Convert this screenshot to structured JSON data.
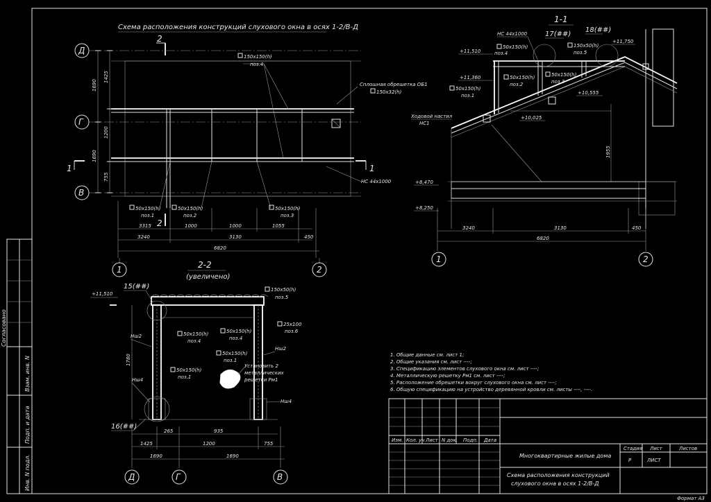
{
  "plan": {
    "title": "Схема расположения конструкций слухового окна в осях 1-2/В-Д",
    "section_mark": "2",
    "section_mark_bottom": "2",
    "cut_mark": "1",
    "cut_mark_right": "1",
    "axes": {
      "d": "Д",
      "g": "Г",
      "v": "В",
      "one": "1",
      "two": "2"
    },
    "vdims": [
      "1425",
      "1690",
      "1200",
      "1690",
      "755"
    ],
    "labels": {
      "beam_top": "150x150(h)",
      "beam_top_pos": "поз.4",
      "sheathing": "Сплошная обрешетка ОБ1",
      "sheathing_size": "150x32(h)",
      "ns": "НС 44x1000",
      "b1": "50x150(h)",
      "b1p": "поз.1",
      "b2": "50x150(h)",
      "b2p": "поз.2",
      "b3": "50x150(h)",
      "b3p": "поз.3"
    },
    "hdims1": [
      "3315",
      "1000",
      "1000",
      "1055"
    ],
    "hdims2": [
      "3240",
      "3130",
      "450"
    ],
    "total": "6820"
  },
  "section11": {
    "title": "1-1",
    "labels": {
      "ns": "НС 44x1000",
      "n17": "17(##)",
      "n18": "18(##)",
      "elev1": "+11,750",
      "elev2": "+11,510",
      "elev3": "+11,360",
      "elev4": "+10,555",
      "elev5": "+10,025",
      "elev6": "+8,470",
      "elev7": "+8,250",
      "b4": "50x150(h)",
      "b4p": "поз.4",
      "b2": "50x150(h)",
      "b2p": "поз.2",
      "b1": "50x150(h)",
      "b1p": "поз.1",
      "b3": "50x150(h)",
      "b3p": "поз.3",
      "b5": "150x50(h)",
      "b5p": "поз.5",
      "walkway": "Ходовой настил",
      "walkway2": "НС1",
      "height": "1955"
    },
    "hdims": [
      "3240",
      "3130",
      "450"
    ],
    "total": "6820",
    "axes": {
      "one": "1",
      "two": "2"
    }
  },
  "section22": {
    "title": "2-2",
    "subtitle": "(увеличено)",
    "labels": {
      "elev": "+11,510",
      "n15": "15(##)",
      "n16": "16(##)",
      "top_beam": "150x50(h)",
      "top_beam_p": "поз.5",
      "b4a": "50x150(h)",
      "b4ap": "поз.4",
      "b4b": "50x150(h)",
      "b4bp": "поз.4",
      "b6": "25x100",
      "b6p": "поз.6",
      "b1a": "50x150(h)",
      "b1ap": "поз.1",
      "b1b": "50x150(h)",
      "b1bp": "поз.1",
      "nsh2a": "Нш2",
      "nsh2b": "Нш2",
      "nsh4a": "Нш4",
      "nsh4b": "Нш4",
      "install1": "Установить 2",
      "install2": "металлических",
      "install3": "решетки Рм1",
      "vdim": "1780"
    },
    "hdims1": [
      "265",
      "935"
    ],
    "hdims2": [
      "1425",
      "1200",
      "755"
    ],
    "hdims3": [
      "1690",
      "1690"
    ],
    "axes": {
      "d": "Д",
      "g": "Г",
      "v": "В"
    }
  },
  "notes": [
    "1.  Общие данные см. лист 1;",
    "2.  Общие указания см. лист ----;",
    "3.  Спецификацию элементов слухового окна см. лист ----;",
    "4.  Металлическую решетку Рм1 см. лист ----;",
    "5.  Расположение обрешетки вокруг слухового окна см. лист ----;",
    "6.  Общую спецификацию на устройство деревянной кровли см. листы ----, ----."
  ],
  "stamp": {
    "headers": [
      "Изм.",
      "Кол. уч",
      "Лист",
      "N док.",
      "Подп.",
      "Дата"
    ],
    "project": "Многоквартирные жилые дома",
    "sheet_title1": "Схема расположения конструкций",
    "sheet_title2": "слухового окна в осях 1-2/В-Д",
    "stage_label": "Стадия",
    "sheet_label": "Лист",
    "sheets_label": "Листов",
    "stage_value": "Р",
    "sheet_value": "ЛИСТ"
  },
  "side": {
    "agreed": "Согласовано",
    "inv_replace": "Взам. инв. N",
    "sign_date": "Подп. и дата",
    "inv_orig": "Инв. N подл."
  },
  "format": "Формат А3"
}
